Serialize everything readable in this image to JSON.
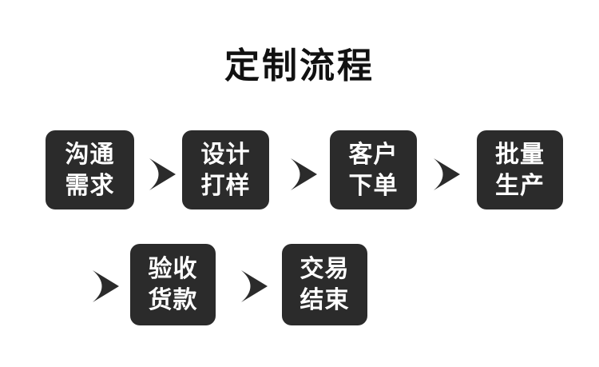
{
  "page": {
    "title": "定制流程"
  },
  "colors": {
    "background": "#ffffff",
    "box_bg": "#2b2b2b",
    "box_text": "#ffffff",
    "title_text": "#111111",
    "arrow": "#2b2b2b"
  },
  "icons": {
    "arrow": "arrow-right-icon"
  },
  "flow": {
    "steps": [
      {
        "line1": "沟通",
        "line2": "需求"
      },
      {
        "line1": "设计",
        "line2": "打样"
      },
      {
        "line1": "客户",
        "line2": "下单"
      },
      {
        "line1": "批量",
        "line2": "生产"
      },
      {
        "line1": "验收",
        "line2": "货款"
      },
      {
        "line1": "交易",
        "line2": "结束"
      }
    ]
  }
}
